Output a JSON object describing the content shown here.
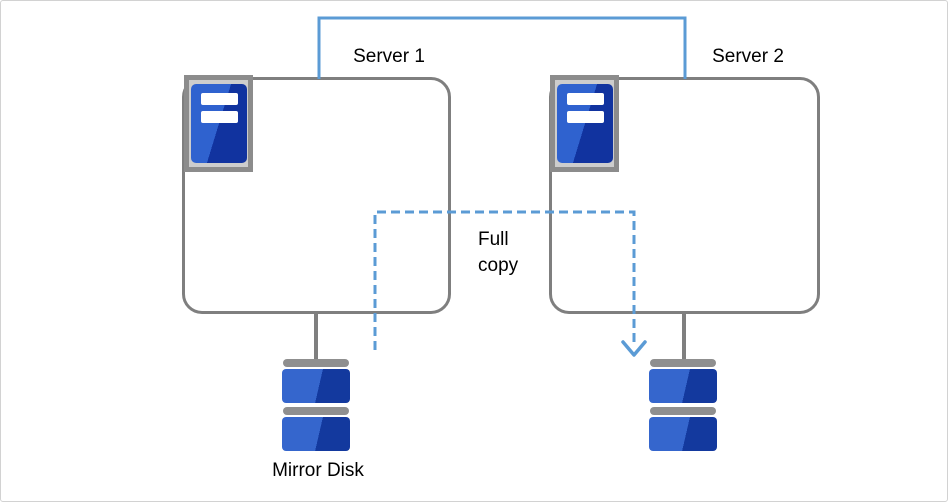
{
  "labels": {
    "server1": "Server 1",
    "server2": "Server 2",
    "full_copy": "Full copy",
    "mirror_disk": "Mirror Disk"
  },
  "icons": {
    "server1": "server-tower-icon",
    "server2": "server-tower-icon",
    "disk1": "mirror-disk-icon",
    "disk2": "mirror-disk-icon",
    "arrow": "arrow-down-icon"
  },
  "colors": {
    "accent_blue": "#5b9bd5",
    "outline_gray": "#7f7f7f",
    "icon_frame_fill": "#cdcdcd",
    "icon_frame_border": "#8c8c8c",
    "disk_cap_gray": "#8f8f8f",
    "server_blue_light": "#2f62cf",
    "server_blue_dark": "#11339f",
    "disk_blue_light": "#3566cd",
    "disk_blue_dark": "#13399e",
    "text_black": "#000000",
    "canvas_border": "#d2d2d2"
  }
}
